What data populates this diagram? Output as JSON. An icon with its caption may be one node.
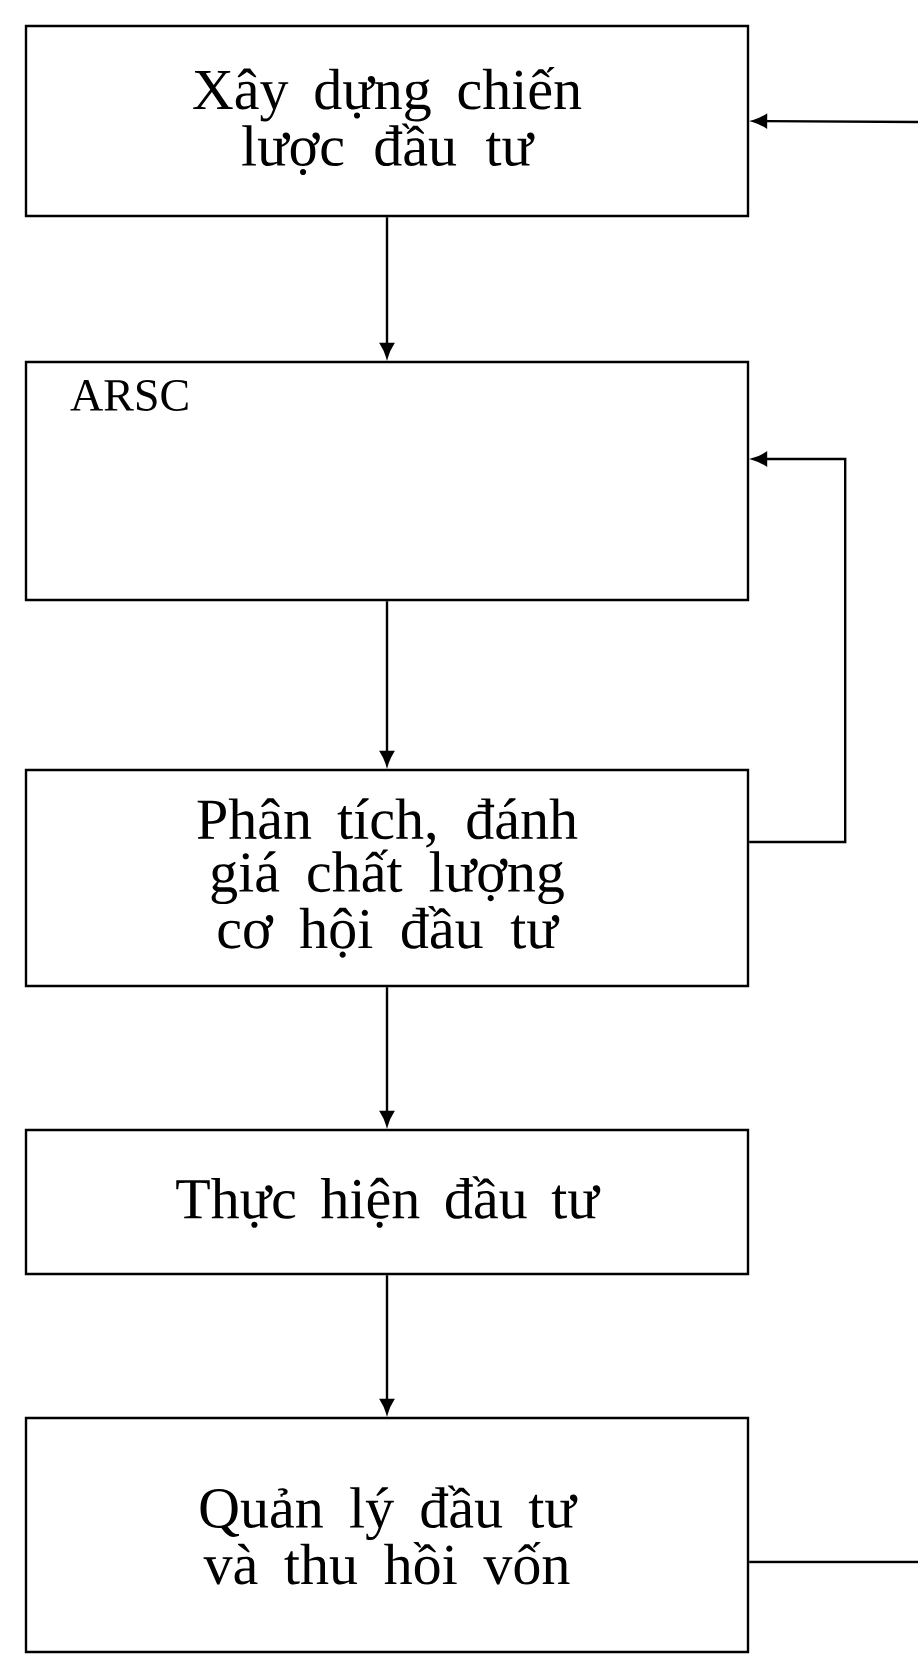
{
  "diagram": {
    "nodes": [
      {
        "text": [
          "Xây dựng chiến lược đầu tư"
        ]
      },
      {
        "text": [
          "ARSC"
        ]
      },
      {
        "text": [
          "Phân tích, đánh giá chất lượng cơ hội đầu tư"
        ]
      },
      {
        "text": [
          "Thực hiện đầu tư"
        ]
      },
      {
        "text": [
          "Quản lý đầu tư và thu hồi vốn"
        ]
      }
    ],
    "edges": [
      {
        "from": 0,
        "to": 1,
        "arrow": "to"
      },
      {
        "from": 1,
        "to": 2,
        "arrow": "to"
      },
      {
        "from": 2,
        "to": 1,
        "arrow": "to"
      },
      {
        "from": 2,
        "to": 3,
        "arrow": "to"
      },
      {
        "from": 3,
        "to": 4,
        "arrow": "to"
      },
      {
        "from": 4,
        "to": null,
        "arrow": "none"
      },
      {
        "from": null,
        "to": 0,
        "arrow": "to"
      }
    ]
  }
}
